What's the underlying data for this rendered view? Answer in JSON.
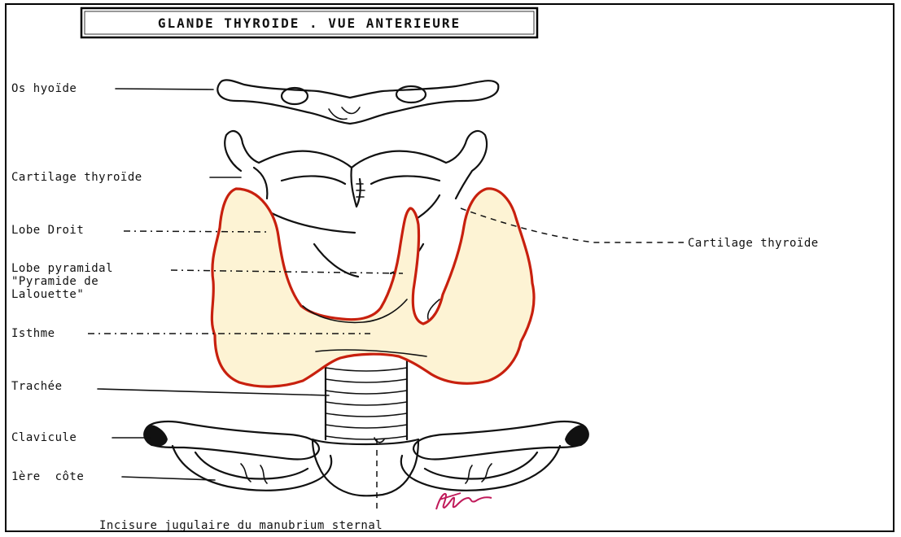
{
  "title": "GLANDE THYROIDE . VUE ANTERIEURE",
  "labels": {
    "os_hyoide": "Os hyoïde",
    "cartilage_thyroide_left": "Cartilage thyroïde",
    "lobe_droit": "Lobe Droit",
    "lobe_pyramidal_1": "Lobe pyramidal",
    "lobe_pyramidal_2": "\"Pyramide de",
    "lobe_pyramidal_3": "Lalouette\"",
    "isthme": "Isthme",
    "trachee": "Trachée",
    "clavicule": "Clavicule",
    "premiere_cote": "1ère  côte",
    "cartilage_thyroide_right": "Cartilage thyroïde",
    "incisure": "Incisure jugulaire du manubrium sternal"
  },
  "colors": {
    "gland_fill": "#fdf3d4",
    "gland_outline": "#c8200e",
    "signature": "#c01a5a"
  },
  "signature_icon": "artist-signature-icon"
}
